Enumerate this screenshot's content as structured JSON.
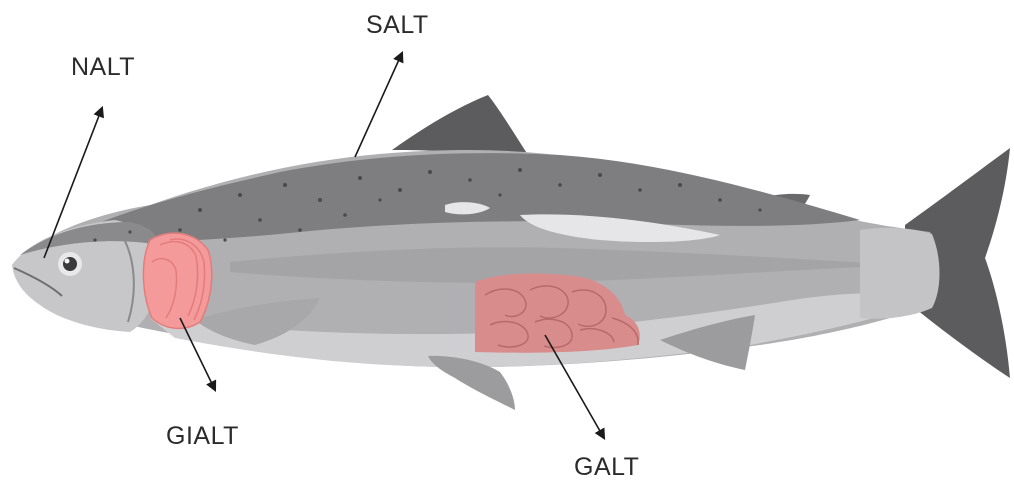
{
  "labels": {
    "nalt": "NALT",
    "salt": "SALT",
    "gialt": "GIALT",
    "galt": "GALT"
  },
  "colors": {
    "fin": "#5c5c5e",
    "back": "#7e7e80",
    "mid": "#b0b0b2",
    "belly": "#cfcfd1",
    "lateral": "#e6e6e8",
    "gill": "#f59a9a",
    "gut": "#d98c8c",
    "arrow": "#1a1a1a"
  },
  "icons": [
    "fish-illustration",
    "gill-tissue",
    "intestine-tissue"
  ]
}
